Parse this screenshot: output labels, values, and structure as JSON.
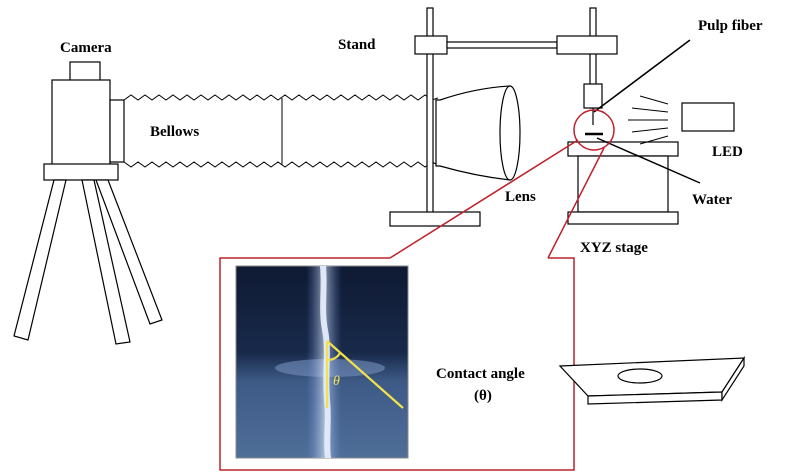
{
  "labels": {
    "camera": "Camera",
    "bellows": "Bellows",
    "stand": "Stand",
    "pulp_fiber": "Pulp fiber",
    "led": "LED",
    "water": "Water",
    "lens": "Lens",
    "xyz_stage": "XYZ stage",
    "contact_angle": "Contact angle",
    "theta_paren": "(θ)",
    "theta": "θ"
  },
  "colors": {
    "line": "#000000",
    "callout": "#c0202a",
    "photo_bg": "#14233f",
    "fiber": "#b8d0ff",
    "angle_mark": "#f2e14a"
  }
}
